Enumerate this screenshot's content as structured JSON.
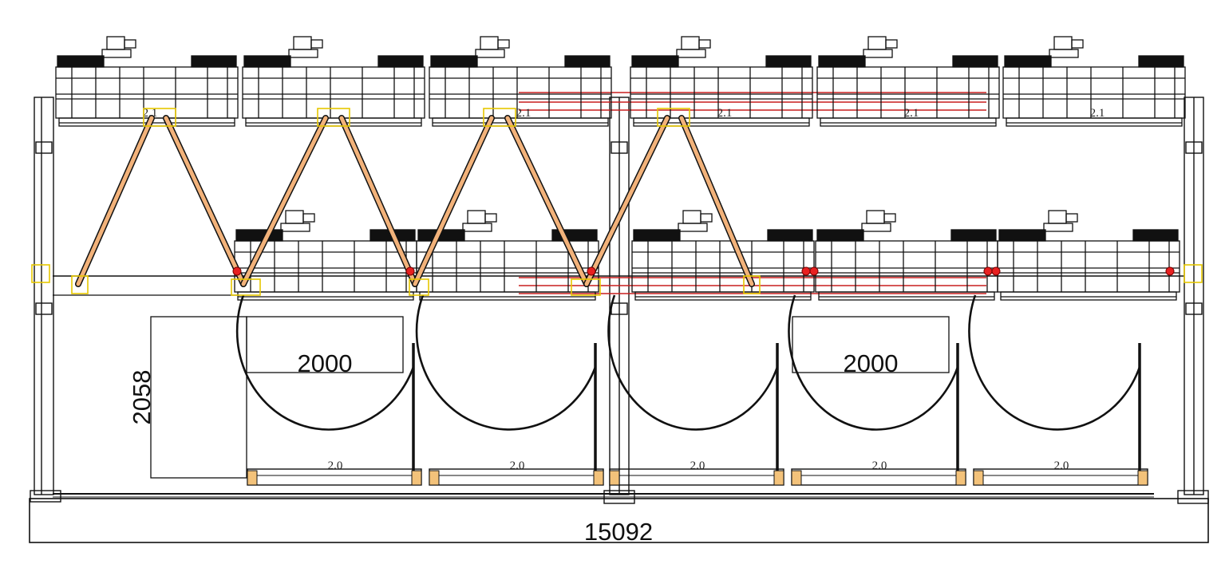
{
  "drawing": {
    "dimensions": {
      "total_width": "15092",
      "lift_height": "2058",
      "tray_width_left": "2000",
      "tray_width_right": "2000"
    },
    "top_units": [
      {
        "label": "2.1"
      },
      {
        "label": ""
      },
      {
        "label": "2.1"
      },
      {
        "label": "2.1"
      },
      {
        "label": "2.1"
      },
      {
        "label": "2.1"
      }
    ],
    "ground_trays": [
      {
        "label": "2.0"
      },
      {
        "label": "2.0"
      },
      {
        "label": "2.0"
      },
      {
        "label": "2.0"
      },
      {
        "label": "2.0"
      }
    ],
    "colors": {
      "line": "#111111",
      "rail": "#c81e1e",
      "tie_fill": "#f2b27a",
      "highlight": "#e6c700",
      "valve": "#e82020"
    }
  }
}
